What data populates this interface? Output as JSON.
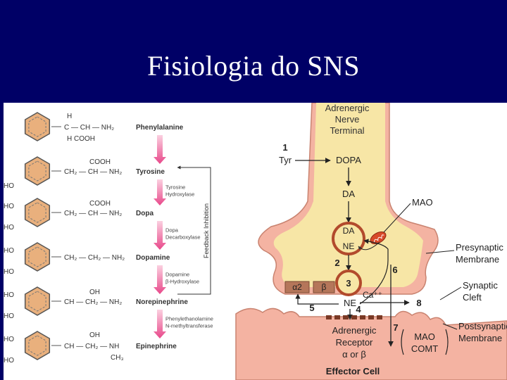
{
  "slide": {
    "title": "Fisiologia do SNS"
  },
  "colors": {
    "background": "#000066",
    "ring": "#e9b07d",
    "terminal": "#f7e6a6",
    "membrane": "#f4b3a2",
    "vesicle": "#b24a2c",
    "arrow": "#e8488a"
  },
  "pathway": {
    "steps": [
      {
        "name": "Phenylalanine",
        "chem": [
          "H",
          "C — CH — NH₂",
          "H   COOH"
        ]
      },
      {
        "name": "Tyrosine",
        "chem": [
          "COOH",
          "CH₂ — CH — NH₂"
        ],
        "ring_sub": [
          "HO"
        ]
      },
      {
        "name": "Dopa",
        "chem": [
          "COOH",
          "CH₂ — CH — NH₂"
        ],
        "ring_sub": [
          "HO",
          "HO"
        ]
      },
      {
        "name": "Dopamine",
        "chem": [
          "CH₂ — CH₂ — NH₂"
        ],
        "ring_sub": [
          "HO",
          "HO"
        ]
      },
      {
        "name": "Norepinephrine",
        "chem": [
          "OH",
          "CH — CH₂ — NH₂"
        ],
        "ring_sub": [
          "HO",
          "HO"
        ]
      },
      {
        "name": "Epinephrine",
        "chem": [
          "OH",
          "CH — CH₂ — NH",
          "CH₃"
        ],
        "ring_sub": [
          "HO",
          "HO"
        ]
      }
    ],
    "enzymes": [
      [
        "Tyrosine",
        "Hydroxylase"
      ],
      [
        "Dopa",
        "Decarboxylase"
      ],
      [
        "Dopamine",
        "β-Hydroxylase"
      ],
      [
        "Phenylethanolamine",
        "N-methyltransferase"
      ]
    ],
    "feedback_label": "Feedback Inhibition"
  },
  "synapse": {
    "terminal_label": [
      "Adrenergic",
      "Nerve",
      "Terminal"
    ],
    "step1": "1",
    "tyr": "Tyr",
    "dopa": "DOPA",
    "da": "DA",
    "vesicle_da": "DA",
    "vesicle_ne": "NE",
    "mao": "MAO",
    "n2": "2",
    "n3": "3",
    "n4": "4",
    "n5": "5",
    "n6": "6",
    "n7": "7",
    "n8": "8",
    "ne_cleft": "NE",
    "ca": "Ca⁺⁺",
    "alpha2": "α2",
    "beta": "β",
    "presynaptic": [
      "Presynaptic",
      "Membrane"
    ],
    "cleft": [
      "Synaptic",
      "Cleft"
    ],
    "postsynaptic": [
      "Postsynaptic",
      "Membrane"
    ],
    "receptor": [
      "Adrenergic",
      "Receptor",
      "α or β"
    ],
    "mao_comt": [
      "MAO",
      "COMT"
    ],
    "effector": "Effector Cell"
  }
}
